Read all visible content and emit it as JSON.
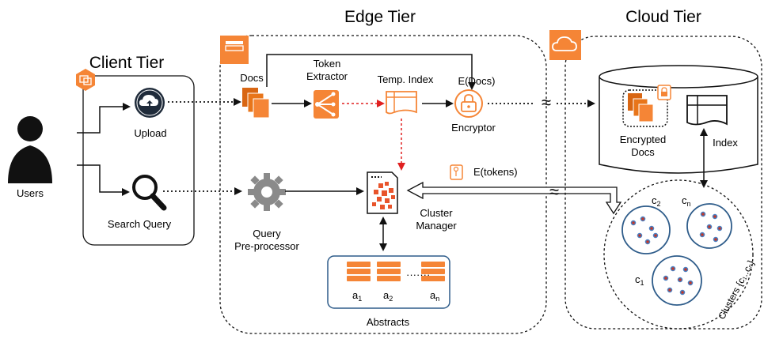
{
  "tiers": {
    "client": "Client Tier",
    "edge": "Edge Tier",
    "cloud": "Cloud Tier"
  },
  "labels": {
    "users": "Users",
    "upload": "Upload",
    "search_query": "Search Query",
    "docs": "Docs",
    "token_extractor_1": "Token",
    "token_extractor_2": "Extractor",
    "temp_index": "Temp. Index",
    "e_docs": "E(Docs)",
    "encryptor": "Encryptor",
    "e_tokens": "E(tokens)",
    "query_pre_1": "Query",
    "query_pre_2": "Pre-processor",
    "cluster_mgr_1": "Cluster",
    "cluster_mgr_2": "Manager",
    "abstracts": "Abstracts",
    "abs_a1": "a",
    "abs_a1_sub": "1",
    "abs_a2": "a",
    "abs_a2_sub": "2",
    "abs_an": "a",
    "abs_an_sub": "n",
    "abs_dots": "·······",
    "encrypted_docs_1": "Encrypted",
    "encrypted_docs_2": "Docs",
    "index": "Index",
    "approx_1": "≈",
    "approx_2": "≈",
    "c2": "c",
    "c2_sub": "2",
    "cn": "c",
    "cn_sub": "n",
    "c1": "c",
    "c1_sub": "1",
    "clusters": "Clusters {c₁..cₙ}"
  },
  "colors": {
    "orange": "#F58536",
    "orange_dark": "#D86613",
    "red_dotted": "#E02020",
    "cluster_blue": "#2E5C8A",
    "dot_red": "#C0392B",
    "dot_blue": "#4A7FC1"
  }
}
